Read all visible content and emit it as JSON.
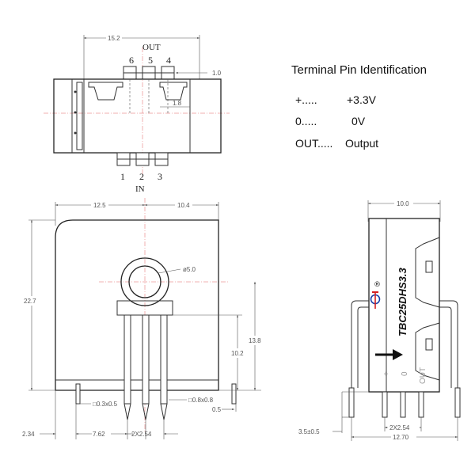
{
  "terminal": {
    "title": "Terminal Pin Identification",
    "rows": [
      {
        "pin": "+.....",
        "value": "+3.3V"
      },
      {
        "pin": "0.....",
        "value": "0V"
      },
      {
        "pin": "OUT.....",
        "value": "Output"
      }
    ]
  },
  "top_view": {
    "width_dim": "15.2",
    "out_label": "OUT",
    "out_pins": [
      "6",
      "5",
      "4"
    ],
    "in_pins": [
      "1",
      "2",
      "3"
    ],
    "in_label": "IN",
    "pitch_dim": "1.0",
    "gap_dim": "1.8"
  },
  "front_view": {
    "left_dim": "12.5",
    "right_dim": "10.4",
    "hole_dim": "ø5.0",
    "height_dim": "22.7",
    "hole_height_dim": "13.8",
    "pin_height_dim": "10.2",
    "pin_section_left": "□0.3x0.5",
    "pin_section_right": "□0.8x0.8",
    "standoff_dim": "0.5",
    "offset_dim": "2.34",
    "pin_offset_dim": "7.62",
    "pitch_dim": "2X2.54"
  },
  "side_view": {
    "width_dim": "10.0",
    "part_number": "TBC25DHS3.3",
    "logo_mark": "®",
    "pin_labels": [
      "+",
      "0",
      "OUT"
    ],
    "pin_length_dim": "3.5±0.5",
    "pitch_dim": "2X2.54",
    "span_dim": "12.70"
  }
}
